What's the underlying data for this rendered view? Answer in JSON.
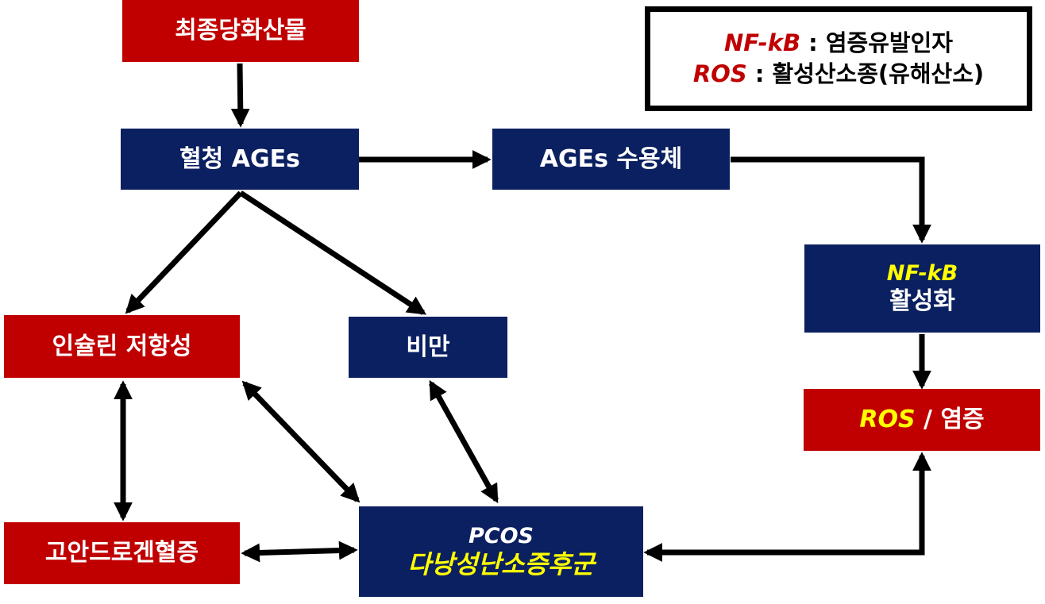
{
  "legend": {
    "line1_term": "NF-kB",
    "line1_sep": " : ",
    "line1_desc": "염증유발인자",
    "line2_term": "ROS",
    "line2_sep": " : ",
    "line2_desc": "활성산소종(유해산소)"
  },
  "nodes": {
    "final_glycation": "최종당화산물",
    "serum_ages": "혈청 AGEs",
    "ages_receptor": "AGEs 수용체",
    "nfkb_top": "NF-kB",
    "nfkb_bottom": "활성화",
    "insulin_resistance": "인슐린 저항성",
    "obesity": "비만",
    "ros_term": "ROS",
    "ros_sep": " / ",
    "ros_inflammation": "염증",
    "hyperandrogenism": "고안드로겐혈증",
    "pcos_top": "PCOS",
    "pcos_bottom": "다낭성난소증후군"
  },
  "colors": {
    "red_box": "#c00000",
    "navy_box": "#0b2060",
    "highlight": "#ffff00",
    "arrow": "#000000"
  }
}
